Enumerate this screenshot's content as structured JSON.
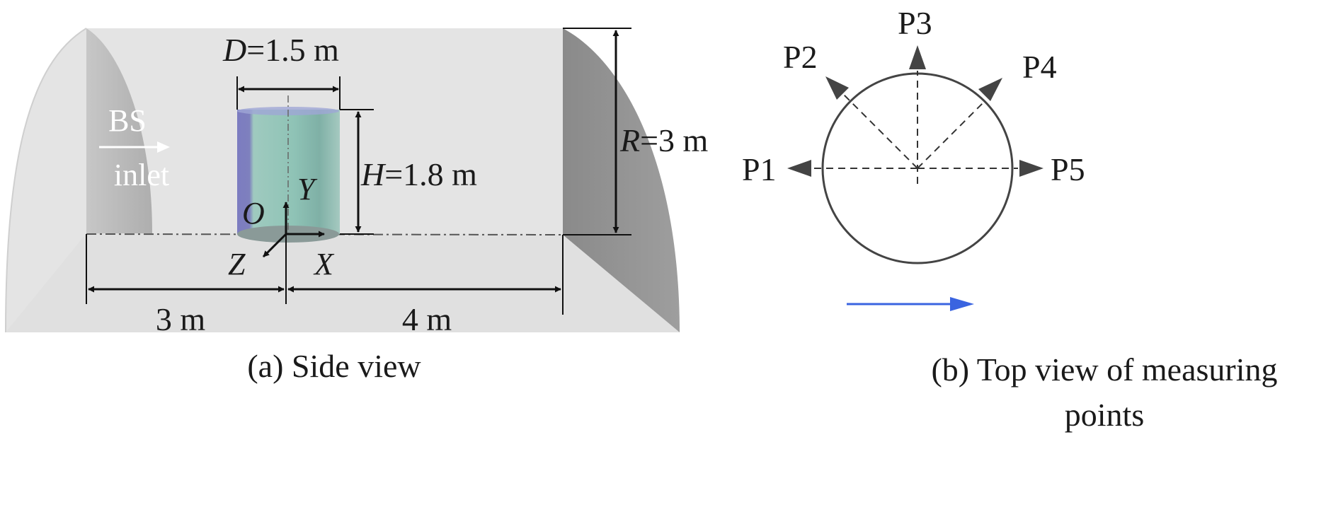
{
  "side_view": {
    "caption": "(a) Side view",
    "dimensions": {
      "diameter_var": "D",
      "diameter_value": "=1.5 m",
      "height_var": "H",
      "height_value": "=1.8 m",
      "radius_var": "R",
      "radius_value": "=3 m",
      "upstream_length": "3 m",
      "downstream_length": "4 m"
    },
    "inlet": {
      "line1": "BS",
      "line2": "inlet"
    },
    "axes": {
      "origin": "O",
      "x": "X",
      "y": "Y",
      "z": "Z"
    }
  },
  "top_view": {
    "caption_line1": "(b) Top view of measuring",
    "caption_line2": "points",
    "points": [
      "P1",
      "P2",
      "P3",
      "P4",
      "P5"
    ],
    "flow_arrow_color": "#3a64e0"
  },
  "colors": {
    "tunnel_shell": "#e3e3e3",
    "tunnel_end": "#8f8f8f",
    "cylinder": "#8fc0b4",
    "cylinder_dark": "#7a7ab8"
  }
}
